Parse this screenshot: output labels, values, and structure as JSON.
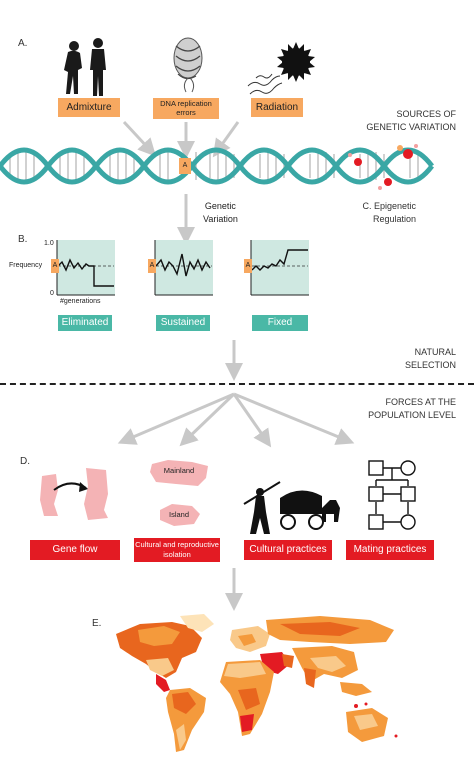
{
  "section_a": {
    "label": "A.",
    "sources": [
      "Admixture",
      "DNA replication errors",
      "Radiation"
    ],
    "title_line1": "SOURCES OF",
    "title_line2": "GENETIC VARIATION",
    "dna_allele": "A",
    "genetic_variation_line1": "Genetic",
    "genetic_variation_line2": "Variation",
    "epigenetic_line1": "C. Epigenetic",
    "epigenetic_line2": "Regulation"
  },
  "section_b": {
    "label": "B.",
    "y_axis_label": "Frequency",
    "y_max": "1.0",
    "y_min": "0",
    "x_axis_label": "#generations",
    "allele": "A",
    "outcomes": [
      "Eliminated",
      "Sustained",
      "Fixed"
    ]
  },
  "natural_selection": {
    "line1": "NATURAL",
    "line2": "SELECTION"
  },
  "forces": {
    "line1": "FORCES AT THE",
    "line2": "POPULATION LEVEL"
  },
  "section_d": {
    "label": "D.",
    "mainland": "Mainland",
    "island": "Island",
    "forces": [
      "Gene flow",
      "Cultural and reproductive isolation",
      "Cultural practices",
      "Mating practices"
    ]
  },
  "section_e": {
    "label": "E."
  },
  "colors": {
    "orange_tag": "#f7a860",
    "teal_tag": "#4ab8a6",
    "red_tag": "#e31b23",
    "plot_bg": "#cfe8e1",
    "dna_strand": "#3aa7a5",
    "map_dark": "#e8661e",
    "map_light": "#f9c98a"
  }
}
